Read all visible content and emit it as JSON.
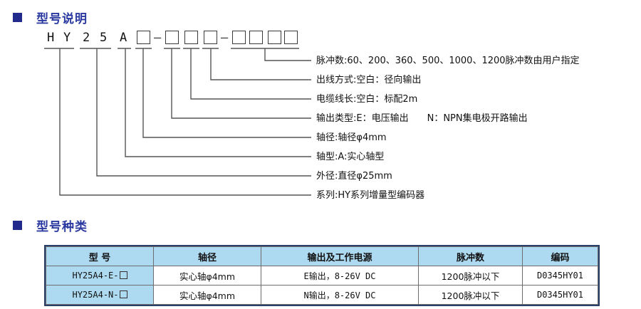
{
  "sections": {
    "model_explanation": {
      "title": "型号说明"
    },
    "model_types": {
      "title": "型号种类"
    }
  },
  "model_code": {
    "chars": [
      "H",
      "Y",
      "2",
      "5",
      "A"
    ],
    "separator": "–",
    "group1_boxes": 1,
    "group2_boxes": 3,
    "group3_boxes": 4
  },
  "annotations": [
    {
      "key": "pulse",
      "text": "脉冲数:60、200、360、500、1000、1200脉冲数由用户指定"
    },
    {
      "key": "outlet",
      "text": "出线方式:空白：径向输出"
    },
    {
      "key": "cable",
      "text": "电缆线长:空白：标配2m"
    },
    {
      "key": "output_type",
      "text": "输出类型:E：电压输出　　N：NPN集电极开路输出"
    },
    {
      "key": "shaft_dia",
      "text": "轴径:轴径φ4mm"
    },
    {
      "key": "shaft_type",
      "text": "轴型:A:实心轴型"
    },
    {
      "key": "outer_dia",
      "text": "外径:直径φ25mm"
    },
    {
      "key": "series",
      "text": "系列:HY系列增量型编码器"
    }
  ],
  "table": {
    "headers": [
      "型 号",
      "轴径",
      "输出及工作电源",
      "脉冲数",
      "编码"
    ],
    "rows": [
      {
        "model": "HY25A4-E-",
        "shaft": "实心轴φ4mm",
        "output": "E输出，8-26V DC",
        "pulse": "1200脉冲以下",
        "code": "D0345HY01"
      },
      {
        "model": "HY25A4-N-",
        "shaft": "实心轴φ4mm",
        "output": "N输出，8-26V DC",
        "pulse": "1200脉冲以下",
        "code": "D0345HY01"
      }
    ]
  },
  "colors": {
    "accent": "#2b3aa0",
    "square": "#222a8c",
    "header_bg": "#addaf0",
    "table_border": "#2b3f6b",
    "line": "#555555"
  }
}
